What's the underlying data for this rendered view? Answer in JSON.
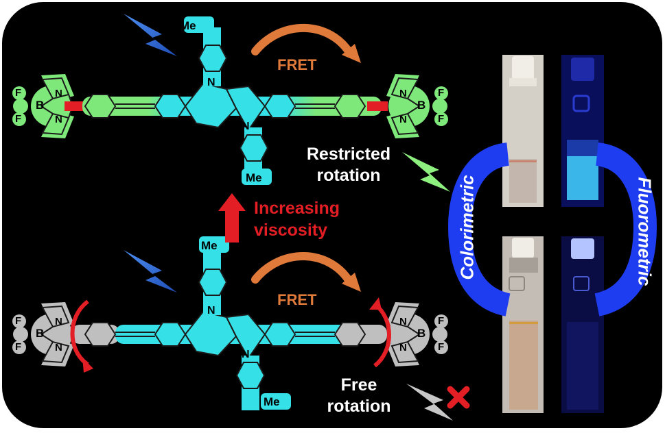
{
  "labels": {
    "fret_top": "FRET",
    "fret_bottom": "FRET",
    "restricted_1": "Restricted",
    "restricted_2": "rotation",
    "increasing_1": "Increasing",
    "increasing_2": "viscosity",
    "free_1": "Free",
    "free_2": "rotation",
    "colorimetric": "Colorimetric",
    "fluorometric": "Fluorometric"
  },
  "atoms": {
    "me": "Me",
    "n": "N",
    "b": "B",
    "f": "F"
  },
  "colors": {
    "background": "#000000",
    "bodipy_active": "#7ee87a",
    "core": "#35e0e6",
    "bodipy_inactive": "#bfbfbf",
    "linker_red": "#e31e24",
    "fret_arrow": "#e07a3a",
    "lightning_blue": "#2f6fd6",
    "lightning_green": "#8ef07e",
    "lightning_grey": "#c8c8c8",
    "ring_blue": "#1f3df0",
    "fluorescence_cyan": "#3ab6e8"
  },
  "icons": [
    "lightning-bolt-icon",
    "curved-arrow-icon",
    "cross-icon",
    "up-arrow-icon",
    "rotation-arrow-icon"
  ]
}
